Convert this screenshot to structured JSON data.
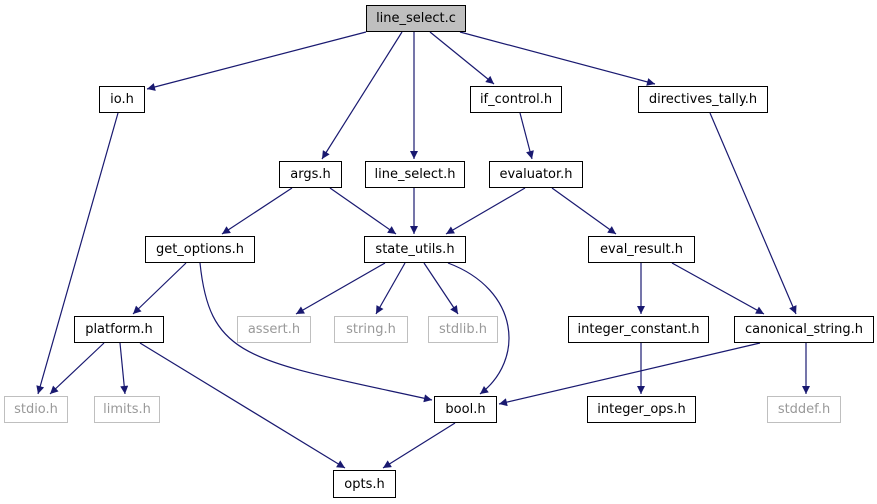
{
  "nodes": [
    {
      "id": "line_select_c",
      "label": "line_select.c",
      "kind": "root"
    },
    {
      "id": "io_h",
      "label": "io.h",
      "kind": "normal"
    },
    {
      "id": "if_control_h",
      "label": "if_control.h",
      "kind": "normal"
    },
    {
      "id": "directives_tally_h",
      "label": "directives_tally.h",
      "kind": "normal"
    },
    {
      "id": "args_h",
      "label": "args.h",
      "kind": "normal"
    },
    {
      "id": "line_select_h",
      "label": "line_select.h",
      "kind": "normal"
    },
    {
      "id": "evaluator_h",
      "label": "evaluator.h",
      "kind": "normal"
    },
    {
      "id": "get_options_h",
      "label": "get_options.h",
      "kind": "normal"
    },
    {
      "id": "state_utils_h",
      "label": "state_utils.h",
      "kind": "normal"
    },
    {
      "id": "eval_result_h",
      "label": "eval_result.h",
      "kind": "normal"
    },
    {
      "id": "platform_h",
      "label": "platform.h",
      "kind": "normal"
    },
    {
      "id": "assert_h",
      "label": "assert.h",
      "kind": "external"
    },
    {
      "id": "string_h",
      "label": "string.h",
      "kind": "external"
    },
    {
      "id": "stdlib_h",
      "label": "stdlib.h",
      "kind": "external"
    },
    {
      "id": "integer_constant_h",
      "label": "integer_constant.h",
      "kind": "normal"
    },
    {
      "id": "canonical_string_h",
      "label": "canonical_string.h",
      "kind": "normal"
    },
    {
      "id": "stdio_h",
      "label": "stdio.h",
      "kind": "external"
    },
    {
      "id": "limits_h",
      "label": "limits.h",
      "kind": "external"
    },
    {
      "id": "bool_h",
      "label": "bool.h",
      "kind": "normal"
    },
    {
      "id": "integer_ops_h",
      "label": "integer_ops.h",
      "kind": "normal"
    },
    {
      "id": "stddef_h",
      "label": "stddef.h",
      "kind": "external"
    },
    {
      "id": "opts_h",
      "label": "opts.h",
      "kind": "normal"
    }
  ],
  "edges": [
    [
      "line_select_c",
      "io_h"
    ],
    [
      "line_select_c",
      "args_h"
    ],
    [
      "line_select_c",
      "line_select_h"
    ],
    [
      "line_select_c",
      "if_control_h"
    ],
    [
      "line_select_c",
      "directives_tally_h"
    ],
    [
      "io_h",
      "stdio_h"
    ],
    [
      "if_control_h",
      "evaluator_h"
    ],
    [
      "directives_tally_h",
      "canonical_string_h"
    ],
    [
      "args_h",
      "get_options_h"
    ],
    [
      "args_h",
      "state_utils_h"
    ],
    [
      "line_select_h",
      "state_utils_h"
    ],
    [
      "evaluator_h",
      "state_utils_h"
    ],
    [
      "evaluator_h",
      "eval_result_h"
    ],
    [
      "get_options_h",
      "platform_h"
    ],
    [
      "get_options_h",
      "bool_h"
    ],
    [
      "state_utils_h",
      "assert_h"
    ],
    [
      "state_utils_h",
      "string_h"
    ],
    [
      "state_utils_h",
      "stdlib_h"
    ],
    [
      "state_utils_h",
      "bool_h"
    ],
    [
      "eval_result_h",
      "integer_constant_h"
    ],
    [
      "eval_result_h",
      "canonical_string_h"
    ],
    [
      "platform_h",
      "stdio_h"
    ],
    [
      "platform_h",
      "limits_h"
    ],
    [
      "platform_h",
      "opts_h"
    ],
    [
      "integer_constant_h",
      "integer_ops_h"
    ],
    [
      "canonical_string_h",
      "bool_h"
    ],
    [
      "canonical_string_h",
      "stddef_h"
    ],
    [
      "bool_h",
      "opts_h"
    ]
  ],
  "colors": {
    "edge": "#191970",
    "root_fill": "#bfbfbf",
    "external_border": "#bfbfbf",
    "external_text": "#999999"
  }
}
